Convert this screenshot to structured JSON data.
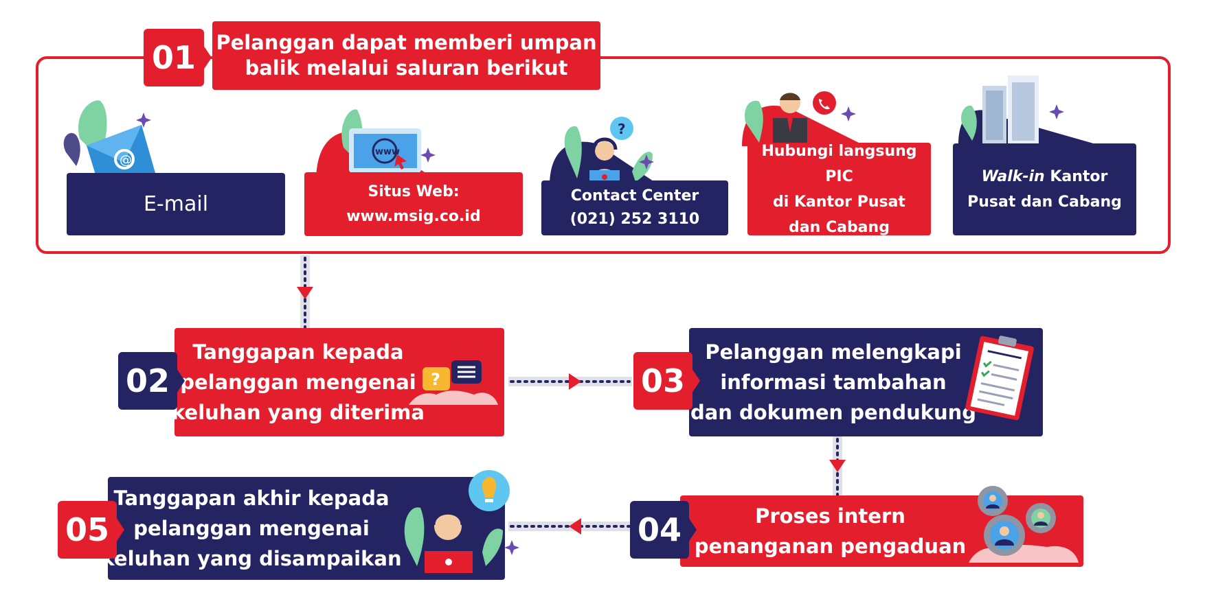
{
  "steps": {
    "s01": {
      "number": "01",
      "line1": "Pelanggan dapat memberi umpan",
      "line2": "balik melalui saluran berikut"
    },
    "s02": {
      "number": "02",
      "line1": "Tanggapan kepada",
      "line2": "pelanggan mengenai",
      "line3": "keluhan yang diterima"
    },
    "s03": {
      "number": "03",
      "line1": "Pelanggan melengkapi",
      "line2": "informasi tambahan",
      "line3": "dan dokumen pendukung"
    },
    "s04": {
      "number": "04",
      "line1": "Proses intern",
      "line2": "penanganan pengaduan"
    },
    "s05": {
      "number": "05",
      "line1": "Tanggapan akhir kepada",
      "line2": "pelanggan mengenai",
      "line3": "keluhan yang disampaikan"
    }
  },
  "channels": {
    "email": {
      "line1": "E-mail"
    },
    "website": {
      "line1": "Situs Web:",
      "line2": "www.msig.co.id"
    },
    "contact_center": {
      "line1": "Contact Center",
      "line2": "(021) 252 3110"
    },
    "pic": {
      "line1": "Hubungi langsung PIC",
      "line2": "di Kantor Pusat",
      "line3": "dan Cabang"
    },
    "walkin": {
      "line1_italic": "Walk-in",
      "line1_rest": " Kantor",
      "line2": "Pusat dan Cabang"
    }
  },
  "icons": {
    "email": "envelope-icon",
    "website": "browser-www-icon",
    "contact": "headset-agent-icon",
    "pic": "phone-agent-icon",
    "walkin": "office-building-icon",
    "s02": "chat-bubbles-icon",
    "s03": "clipboard-document-icon",
    "s04": "gears-people-icon",
    "s05": "agent-idea-icon"
  },
  "colors": {
    "red": "#e31e2d",
    "navy": "#252462",
    "leaf": "#7fd3a3",
    "accent_purple": "#6b4bb0"
  }
}
